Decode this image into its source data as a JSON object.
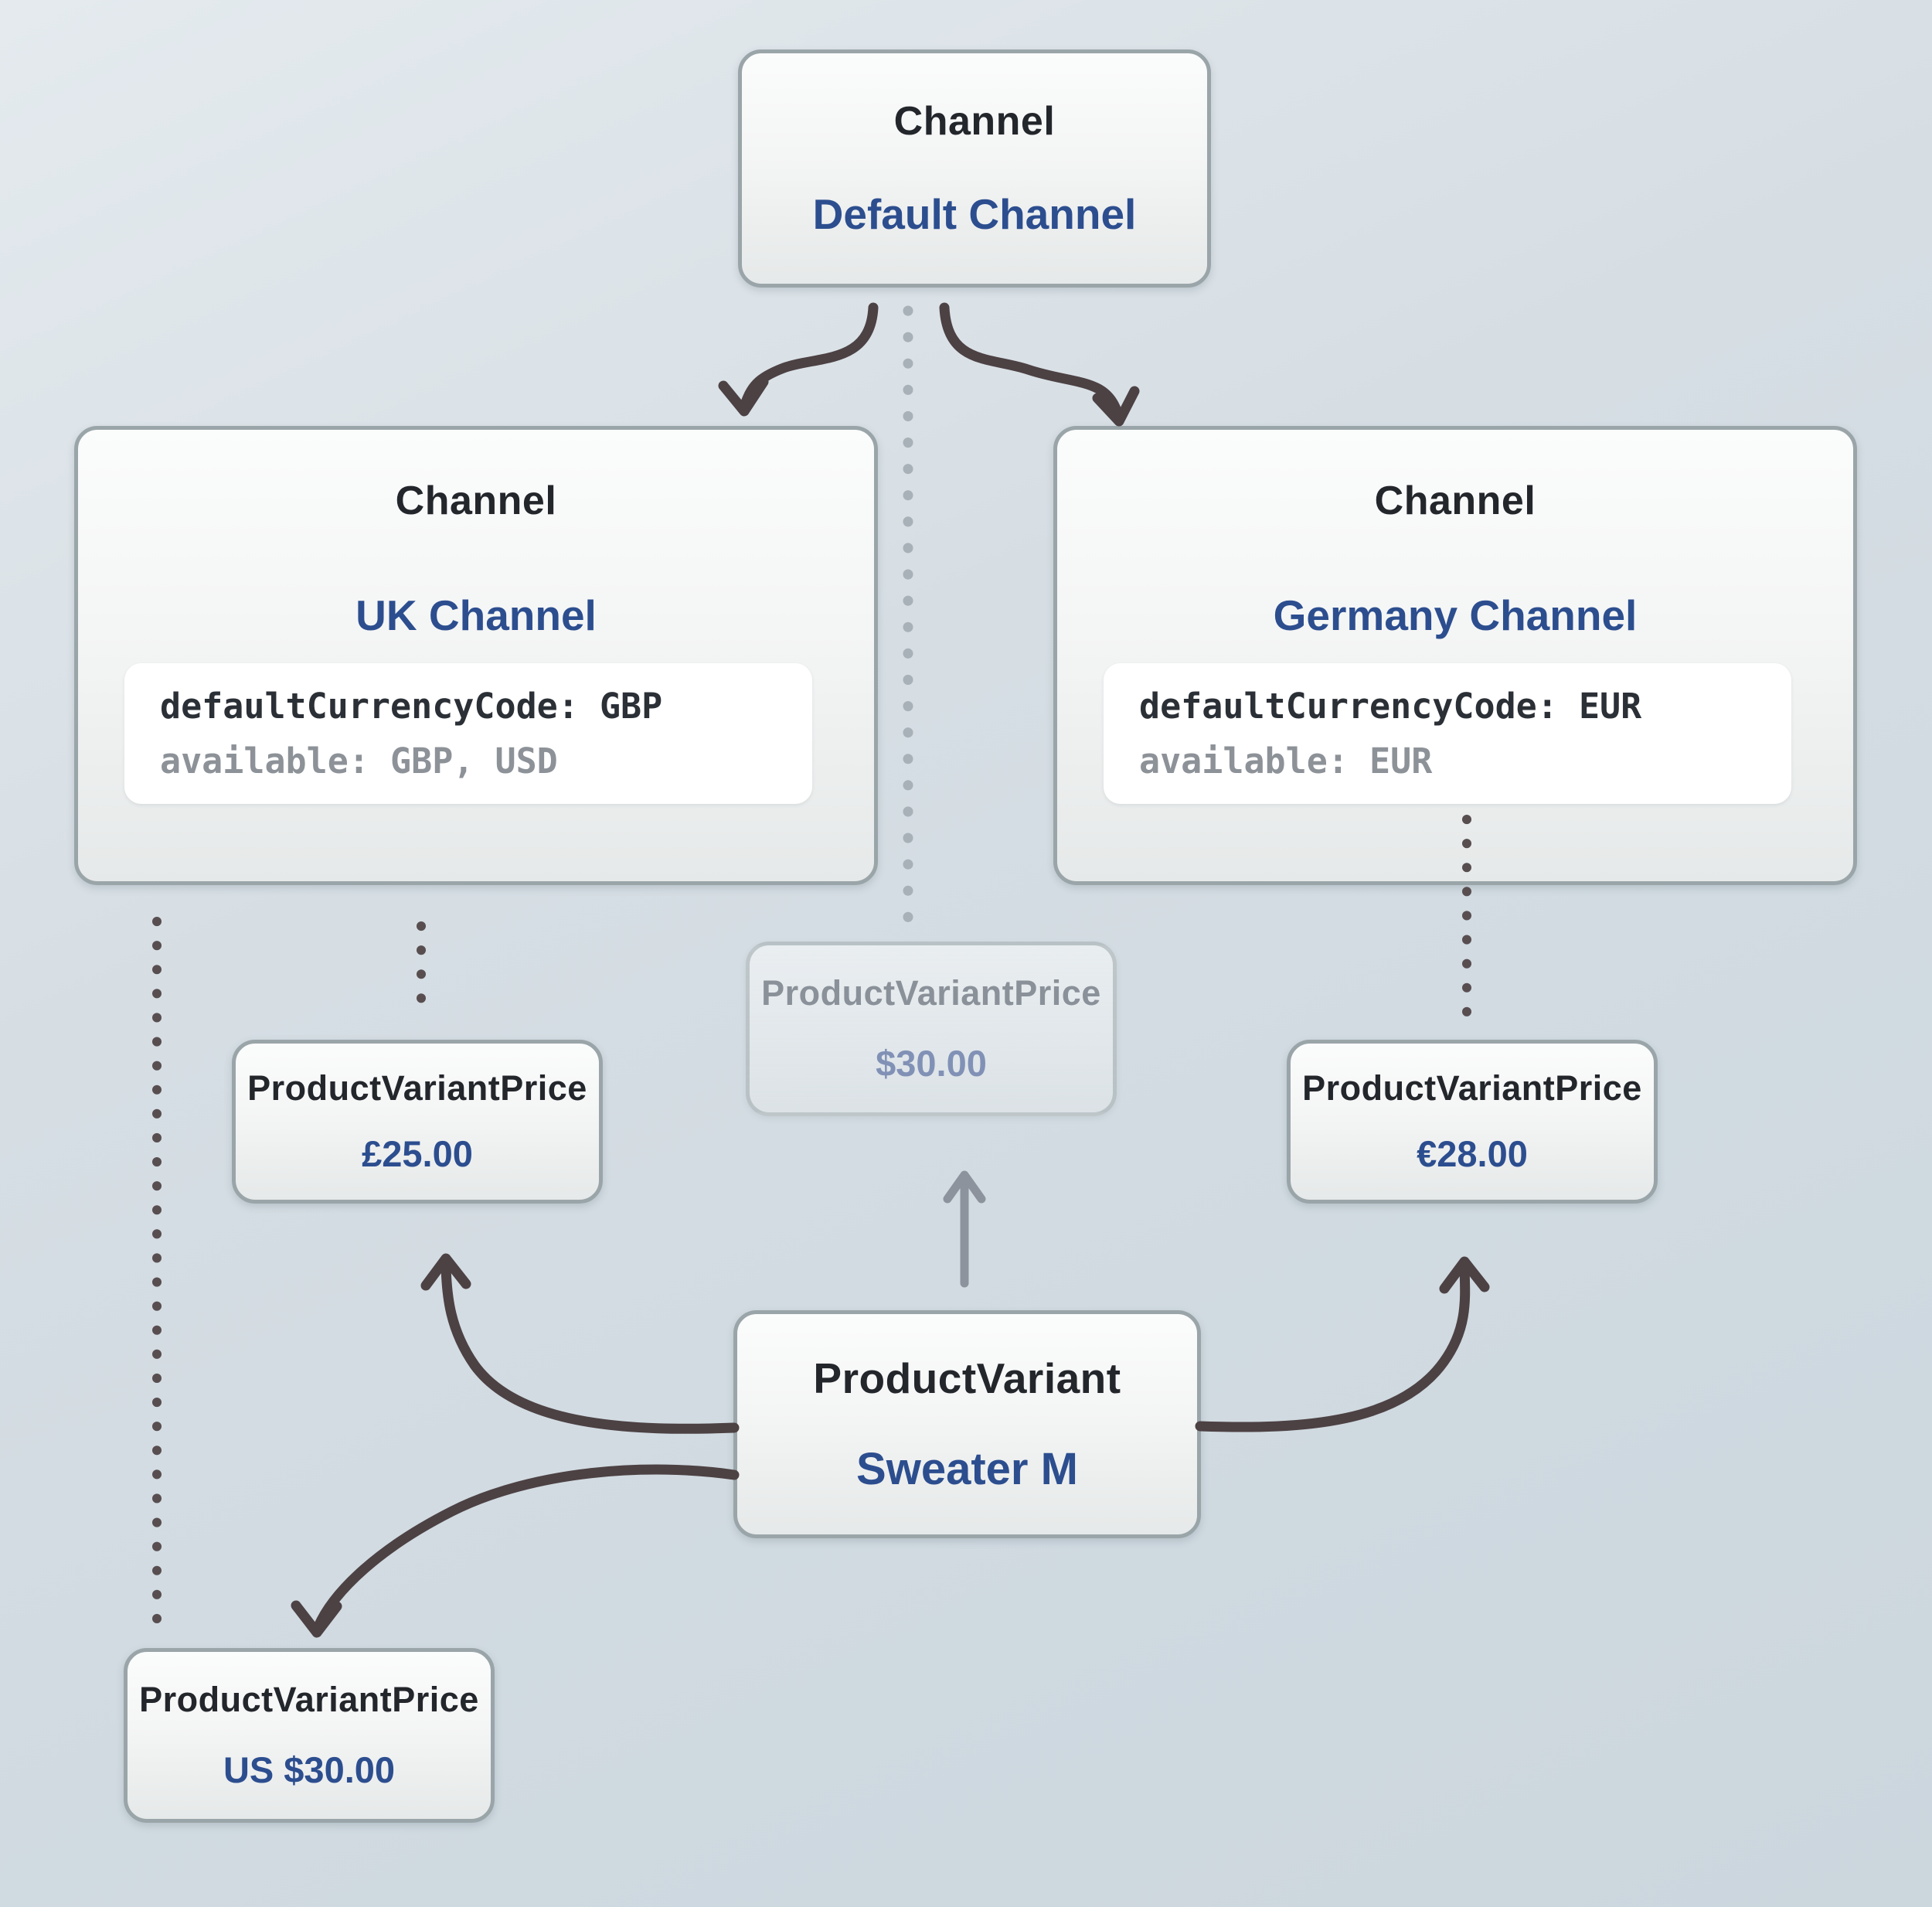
{
  "diagram": {
    "colors": {
      "accent_blue": "#2c4e8f",
      "title_dark": "#23262b",
      "arrow_dark": "#4c4143",
      "arrow_faded": "#8d939c",
      "dot_dark": "#584e50",
      "dot_light": "#a8b1b7",
      "code_key": "#2b2f36",
      "code_muted": "#8d9298",
      "faded_title": "#8a9199",
      "faded_blue": "#8191b6"
    },
    "nodes": {
      "default_channel": {
        "type": "Channel",
        "name": "Default Channel"
      },
      "uk_channel": {
        "type": "Channel",
        "name": "UK Channel",
        "code_line1": "defaultCurrencyCode: GBP",
        "code_line2": "available: GBP, USD"
      },
      "germany_channel": {
        "type": "Channel",
        "name": "Germany Channel",
        "code_line1": "defaultCurrencyCode: EUR",
        "code_line2": "available: EUR"
      },
      "default_price": {
        "type": "ProductVariantPrice",
        "value": "$30.00"
      },
      "uk_price": {
        "type": "ProductVariantPrice",
        "value": "£25.00"
      },
      "germany_price": {
        "type": "ProductVariantPrice",
        "value": "€28.00"
      },
      "usd_price": {
        "type": "ProductVariantPrice",
        "value": "US $30.00"
      },
      "product_variant": {
        "type": "ProductVariant",
        "name": "Sweater M"
      }
    }
  }
}
